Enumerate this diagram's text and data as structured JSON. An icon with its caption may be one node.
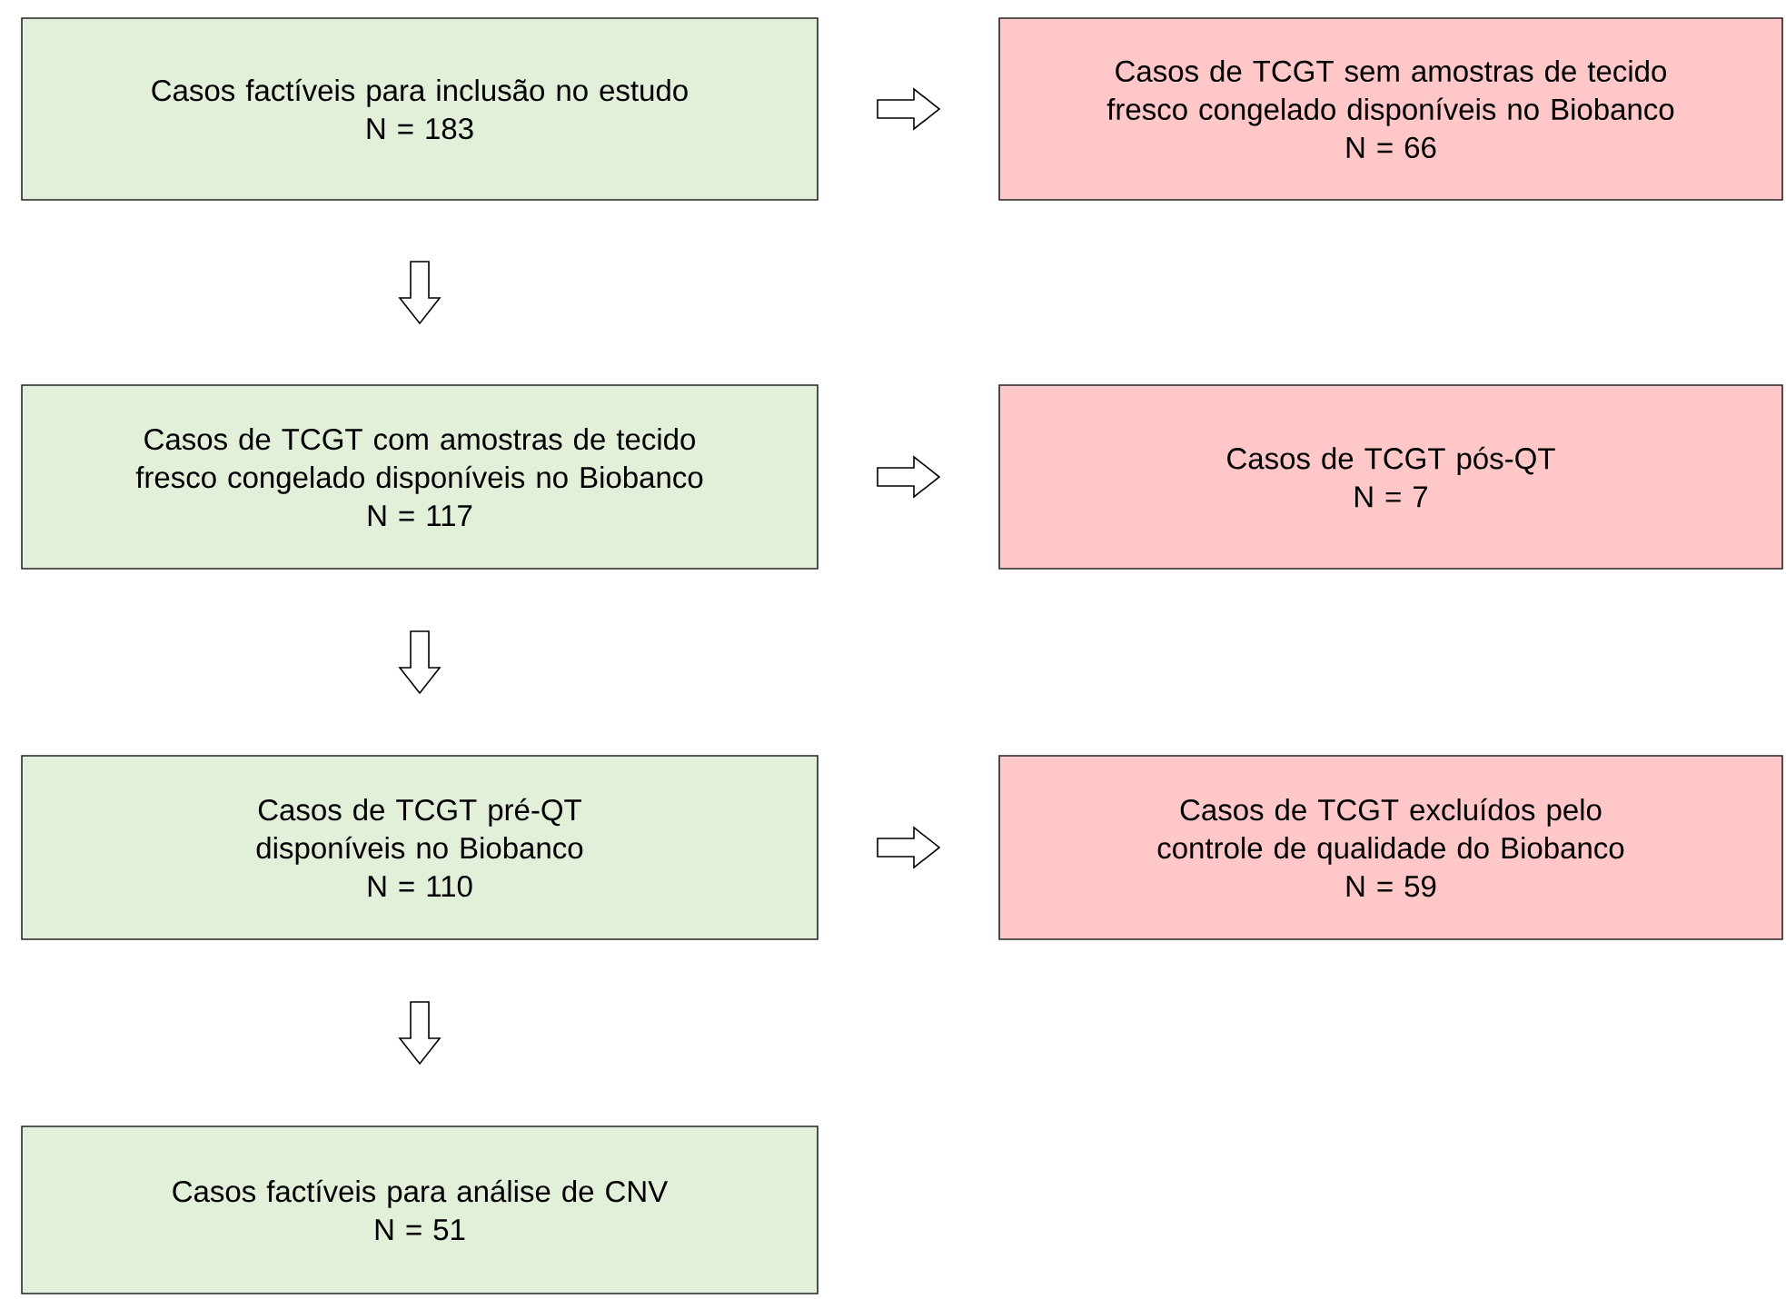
{
  "diagram": {
    "nodes": [
      {
        "text": [
          "Casos factíveis para inclusão no estudo",
          "N = 183"
        ]
      },
      {
        "text": [
          "Casos de TCGT sem amostras de tecido fresco congelado disponíveis no Biobanco",
          "N = 66"
        ]
      },
      {
        "text": [
          "Casos de TCGT com amostras de tecido fresco congelado disponíveis no Biobanco",
          "N = 117"
        ]
      },
      {
        "text": [
          "Casos de TCGT pós-QT",
          "N = 7"
        ]
      },
      {
        "text": [
          "Casos de TCGT pré-QT disponíveis no Biobanco",
          "N = 110"
        ]
      },
      {
        "text": [
          "Casos de TCGT excluídos pelo controle de qualidade do Biobanco",
          "N = 59"
        ]
      },
      {
        "text": [
          "Casos factíveis para análise de CNV",
          "N = 51"
        ]
      }
    ],
    "edges": [
      {
        "from": 0,
        "to": 1,
        "arrow": "to"
      },
      {
        "from": 0,
        "to": 2,
        "arrow": "to"
      },
      {
        "from": 2,
        "to": 3,
        "arrow": "to"
      },
      {
        "from": 2,
        "to": 4,
        "arrow": "to"
      },
      {
        "from": 4,
        "to": 5,
        "arrow": "to"
      },
      {
        "from": 4,
        "to": 6,
        "arrow": "to"
      }
    ]
  }
}
